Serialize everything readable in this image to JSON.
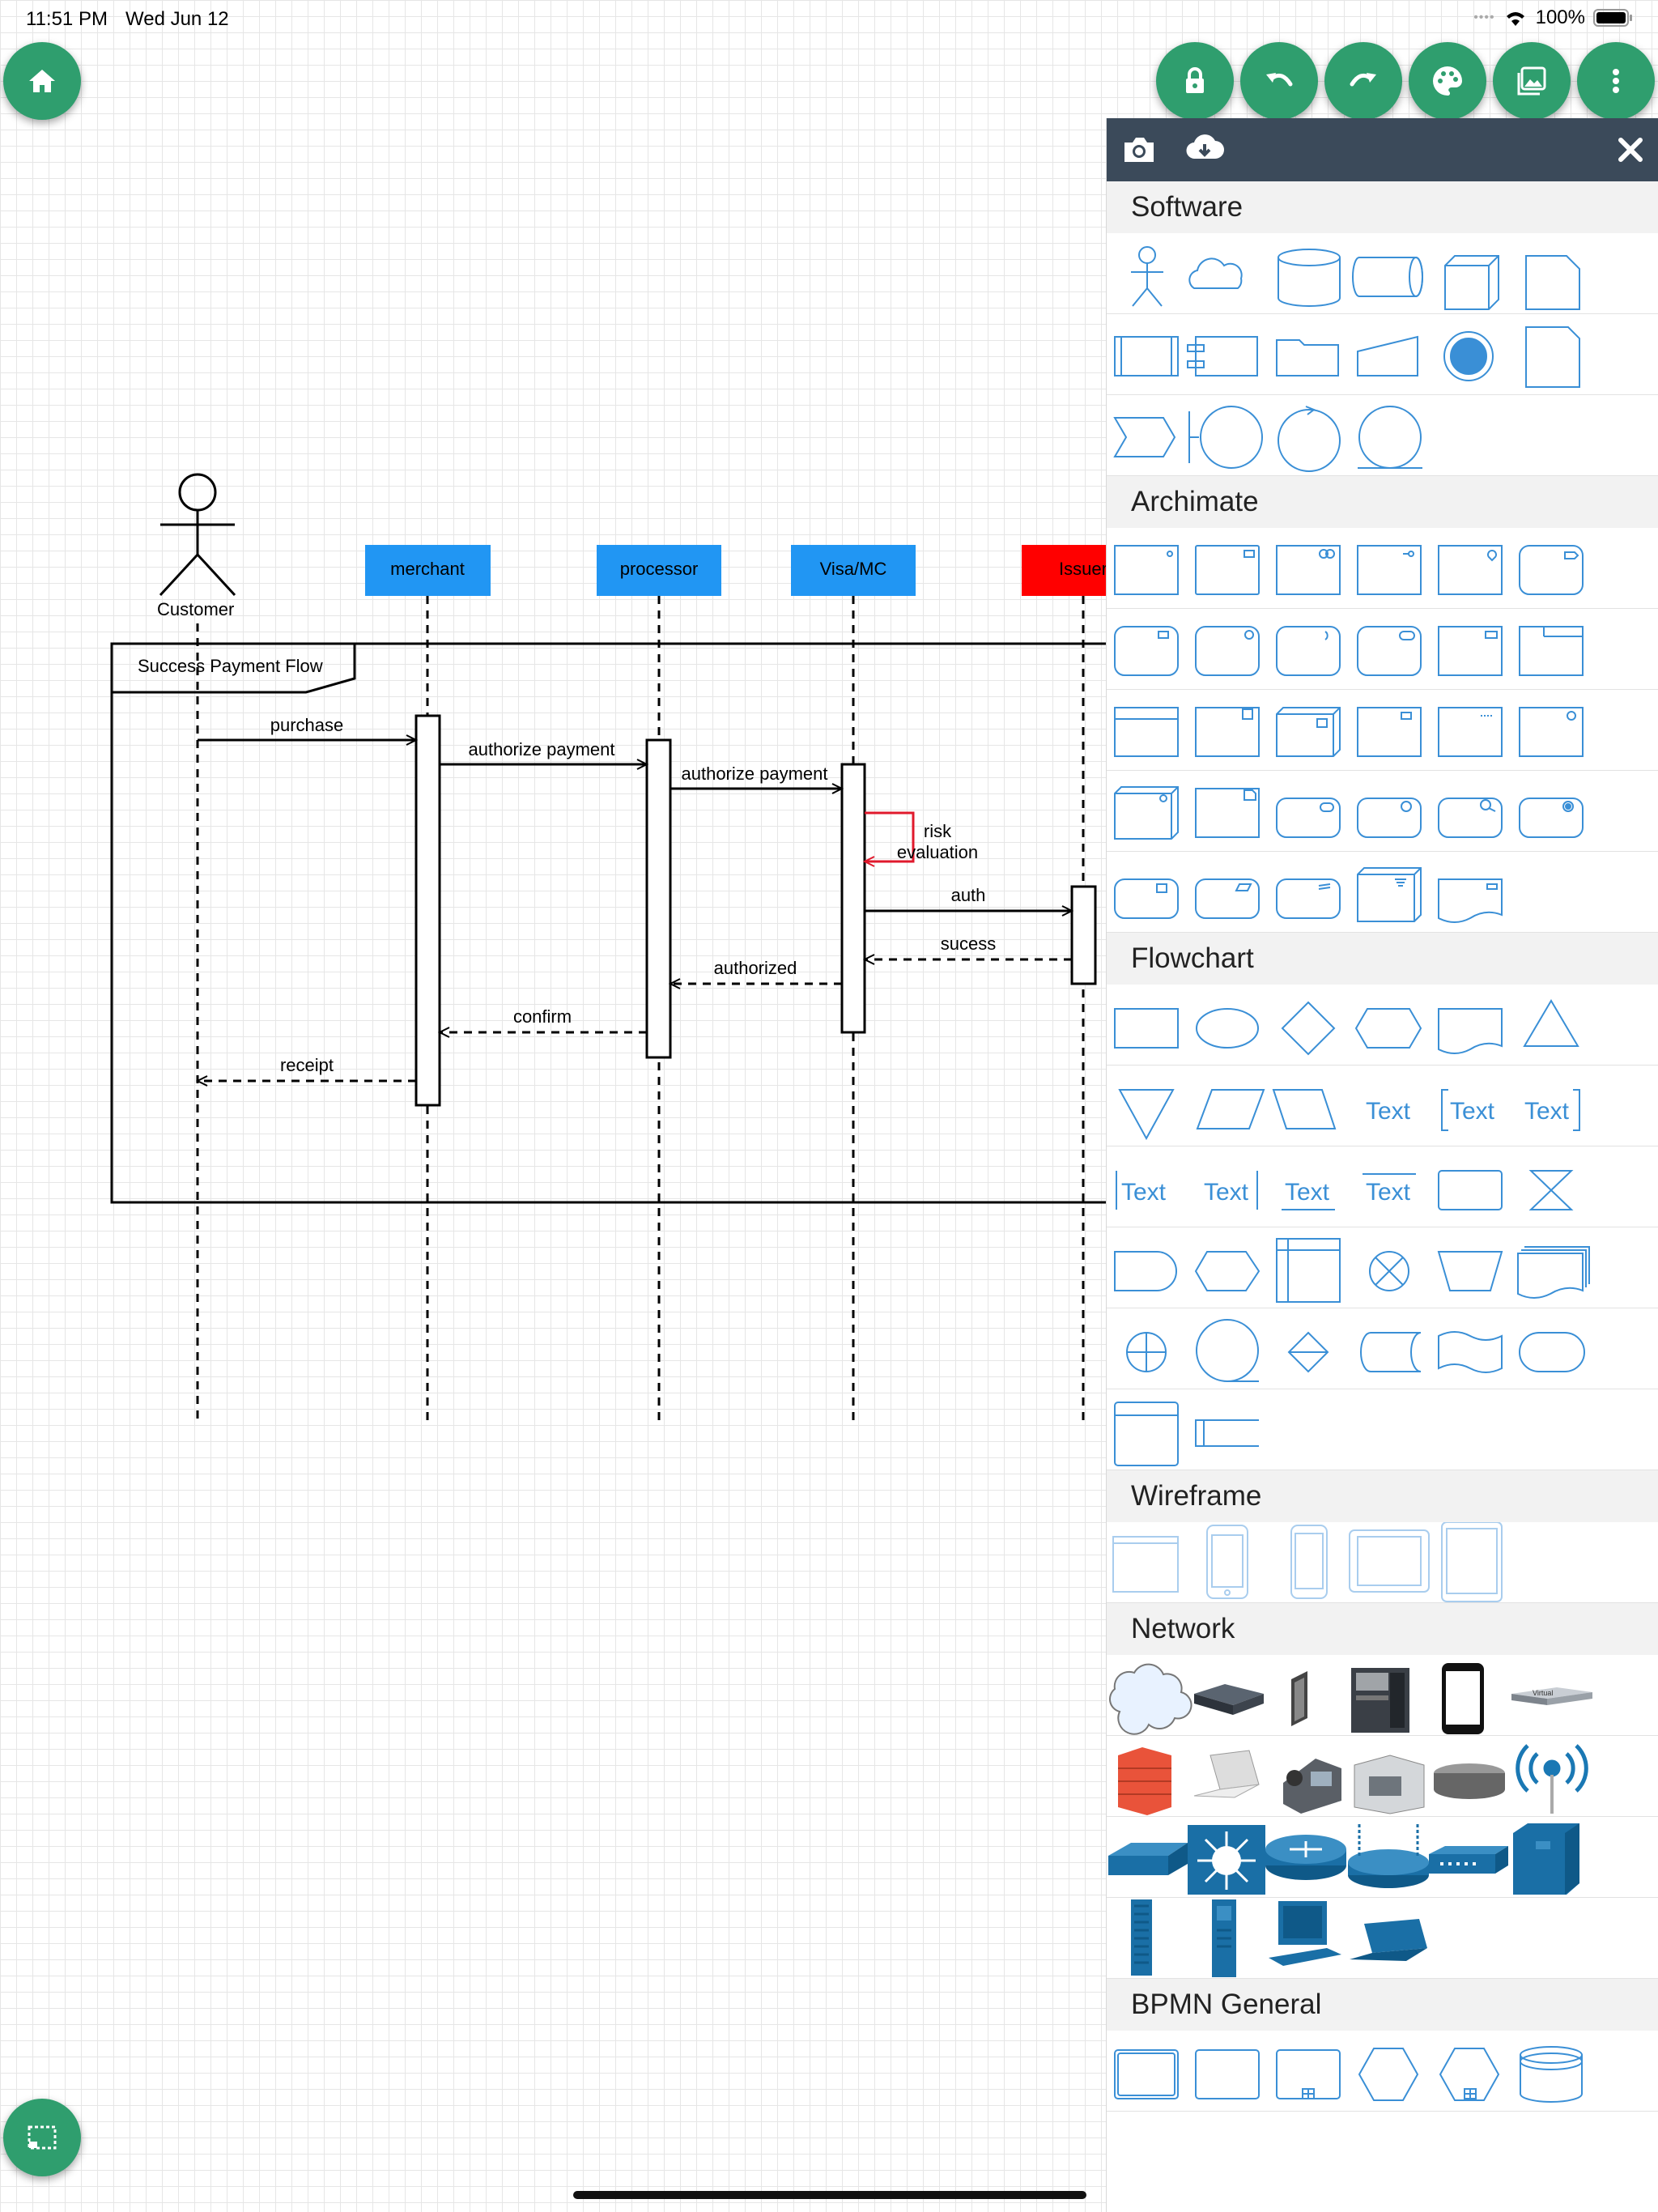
{
  "status": {
    "time": "11:51 PM",
    "date": "Wed Jun 12",
    "battery": "100%"
  },
  "diagram": {
    "actor": "Customer",
    "participants": [
      "merchant",
      "processor",
      "Visa/MC",
      "Issuer"
    ],
    "frame_label": "Success Payment Flow",
    "messages": [
      "purchase",
      "authorize payment",
      "authorize payment",
      "risk",
      "evaluation",
      "auth",
      "sucess",
      "authorized",
      "confirm",
      "receipt"
    ]
  },
  "panel": {
    "sections": [
      "Software",
      "Archimate",
      "Flowchart",
      "Wireframe",
      "Network",
      "BPMN General"
    ],
    "text_shape_label": "Text"
  },
  "colors": {
    "accent": "#2f9e6e",
    "panel_bar": "#3b4a5a",
    "shape_blue": "#3a8fd6",
    "participant_blue": "#2196f3",
    "issuer_red": "#ff0000",
    "self_call_red": "#e0192c"
  }
}
